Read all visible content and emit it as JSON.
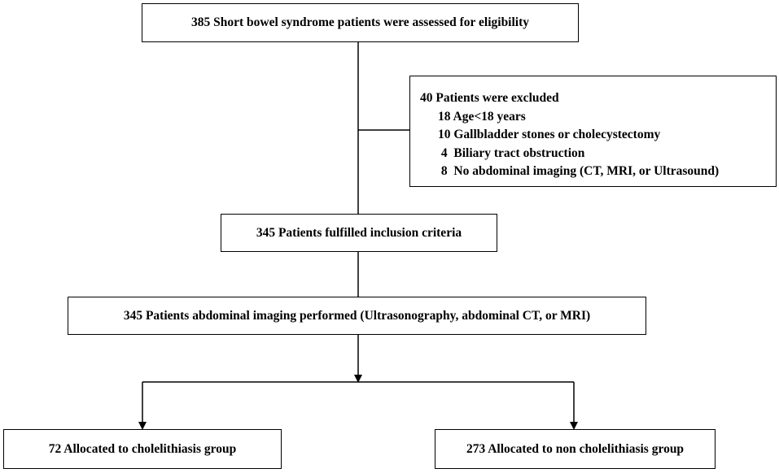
{
  "flowchart": {
    "assessed": "385 Short bowel syndrome patients were assessed for eligibility",
    "excluded": {
      "title": "40 Patients were excluded",
      "items": [
        "18 Age<18 years",
        "10 Gallbladder stones or cholecystectomy",
        " 4  Biliary tract obstruction",
        " 8  No abdominal imaging (CT, MRI, or Ultrasound)"
      ]
    },
    "included": "345 Patients fulfilled inclusion criteria",
    "imaging": "345 Patients abdominal imaging performed (Ultrasonography, abdominal CT, or MRI)",
    "groups": {
      "cholelithiasis": "72 Allocated to cholelithiasis group",
      "non_cholelithiasis": "273 Allocated to non cholelithiasis group"
    }
  },
  "colors": {
    "line": "#000000",
    "box_border": "#000000",
    "background": "#ffffff"
  }
}
